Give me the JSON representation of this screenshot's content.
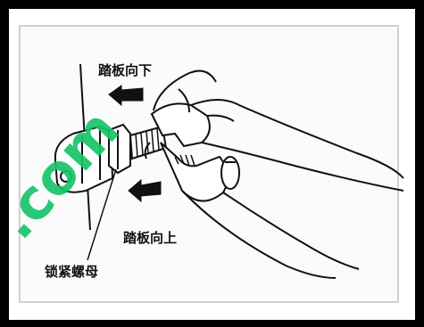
{
  "labels": {
    "pedal_down": "踏板向下",
    "pedal_up": "踏板向上",
    "lock_nut": "锁紧螺母"
  },
  "watermark": {
    "text": ".com",
    "color": "#18c46a"
  },
  "colors": {
    "frame": "#000000",
    "line": "#111111",
    "background": "#ffffff"
  }
}
